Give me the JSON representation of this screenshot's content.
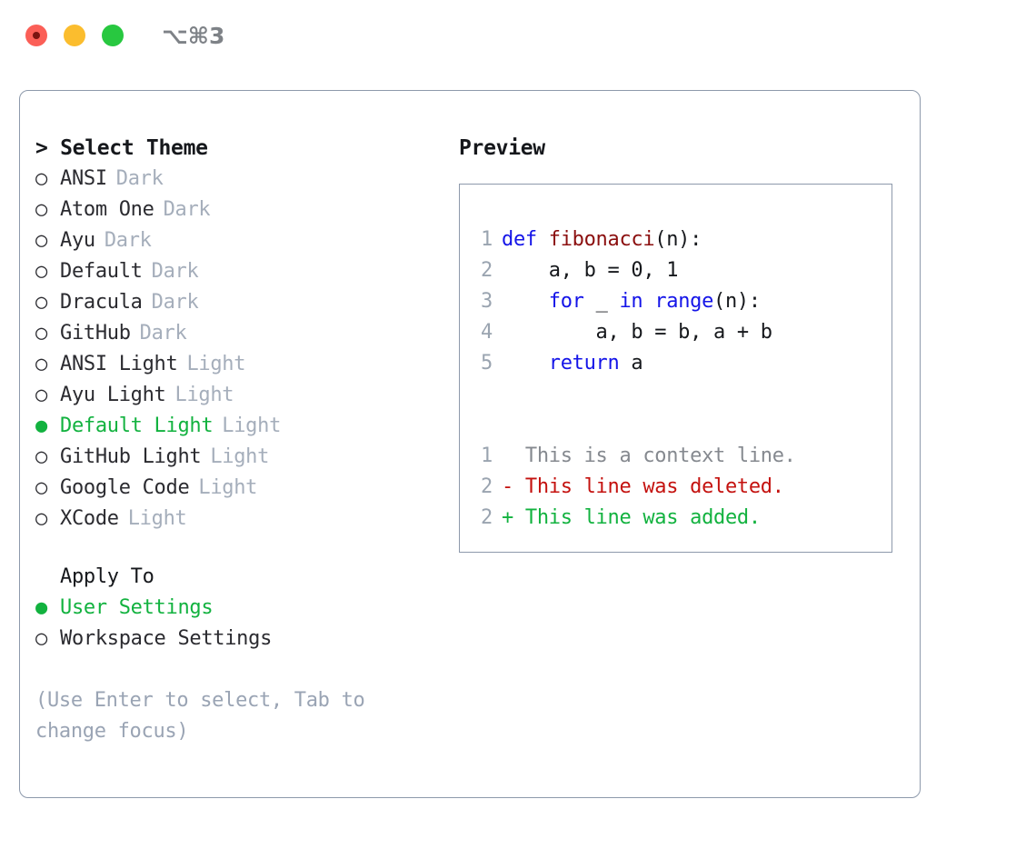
{
  "titlebar": {
    "shortcut": "⌥⌘3",
    "lights": [
      "close",
      "minimize",
      "maximize"
    ]
  },
  "theme_list": {
    "header": "> Select Theme",
    "items": [
      {
        "marker": "○",
        "name": "ANSI",
        "category": "Dark",
        "selected": false
      },
      {
        "marker": "○",
        "name": "Atom One",
        "category": "Dark",
        "selected": false
      },
      {
        "marker": "○",
        "name": "Ayu",
        "category": "Dark",
        "selected": false
      },
      {
        "marker": "○",
        "name": "Default",
        "category": "Dark",
        "selected": false
      },
      {
        "marker": "○",
        "name": "Dracula",
        "category": "Dark",
        "selected": false
      },
      {
        "marker": "○",
        "name": "GitHub",
        "category": "Dark",
        "selected": false
      },
      {
        "marker": "○",
        "name": "ANSI Light",
        "category": "Light",
        "selected": false
      },
      {
        "marker": "○",
        "name": "Ayu Light",
        "category": "Light",
        "selected": false
      },
      {
        "marker": "●",
        "name": "Default Light",
        "category": "Light",
        "selected": true
      },
      {
        "marker": "○",
        "name": "GitHub Light",
        "category": "Light",
        "selected": false
      },
      {
        "marker": "○",
        "name": "Google Code",
        "category": "Light",
        "selected": false
      },
      {
        "marker": "○",
        "name": "XCode",
        "category": "Light",
        "selected": false
      }
    ]
  },
  "apply_to": {
    "title": "Apply To",
    "items": [
      {
        "marker": "●",
        "name": "User Settings",
        "selected": true
      },
      {
        "marker": "○",
        "name": "Workspace Settings",
        "selected": false
      }
    ]
  },
  "hint": "(Use Enter to select, Tab to change focus)",
  "preview": {
    "title": "Preview",
    "code_lines": [
      {
        "num": "1",
        "tokens": [
          {
            "t": "def ",
            "k": "kw"
          },
          {
            "t": "fibonacci",
            "k": "fn"
          },
          {
            "t": "(n):",
            "k": "plain"
          }
        ]
      },
      {
        "num": "2",
        "tokens": [
          {
            "t": "    a, b = 0, 1",
            "k": "plain"
          }
        ]
      },
      {
        "num": "3",
        "tokens": [
          {
            "t": "    ",
            "k": "plain"
          },
          {
            "t": "for",
            "k": "kw"
          },
          {
            "t": " _ ",
            "k": "plain"
          },
          {
            "t": "in",
            "k": "kw"
          },
          {
            "t": " ",
            "k": "plain"
          },
          {
            "t": "range",
            "k": "kw"
          },
          {
            "t": "(n):",
            "k": "plain"
          }
        ]
      },
      {
        "num": "4",
        "tokens": [
          {
            "t": "        a, b = b, a + b",
            "k": "plain"
          }
        ]
      },
      {
        "num": "5",
        "tokens": [
          {
            "t": "    ",
            "k": "plain"
          },
          {
            "t": "return",
            "k": "kw"
          },
          {
            "t": " a",
            "k": "plain"
          }
        ]
      }
    ],
    "diff_lines": [
      {
        "num": "1",
        "text": "  This is a context line.",
        "kind": "ctx"
      },
      {
        "num": "2",
        "text": "- This line was deleted.",
        "kind": "del"
      },
      {
        "num": "2",
        "text": "+ This line was added.",
        "kind": "add"
      }
    ]
  },
  "colors": {
    "selected_green": "#12b23f",
    "diff_added": "#12b23f",
    "diff_deleted": "#c4120f",
    "keyword_blue": "#1414e8",
    "function_red": "#8b0f0f",
    "muted_gray": "#a5aebb",
    "border": "#8d99ab"
  }
}
